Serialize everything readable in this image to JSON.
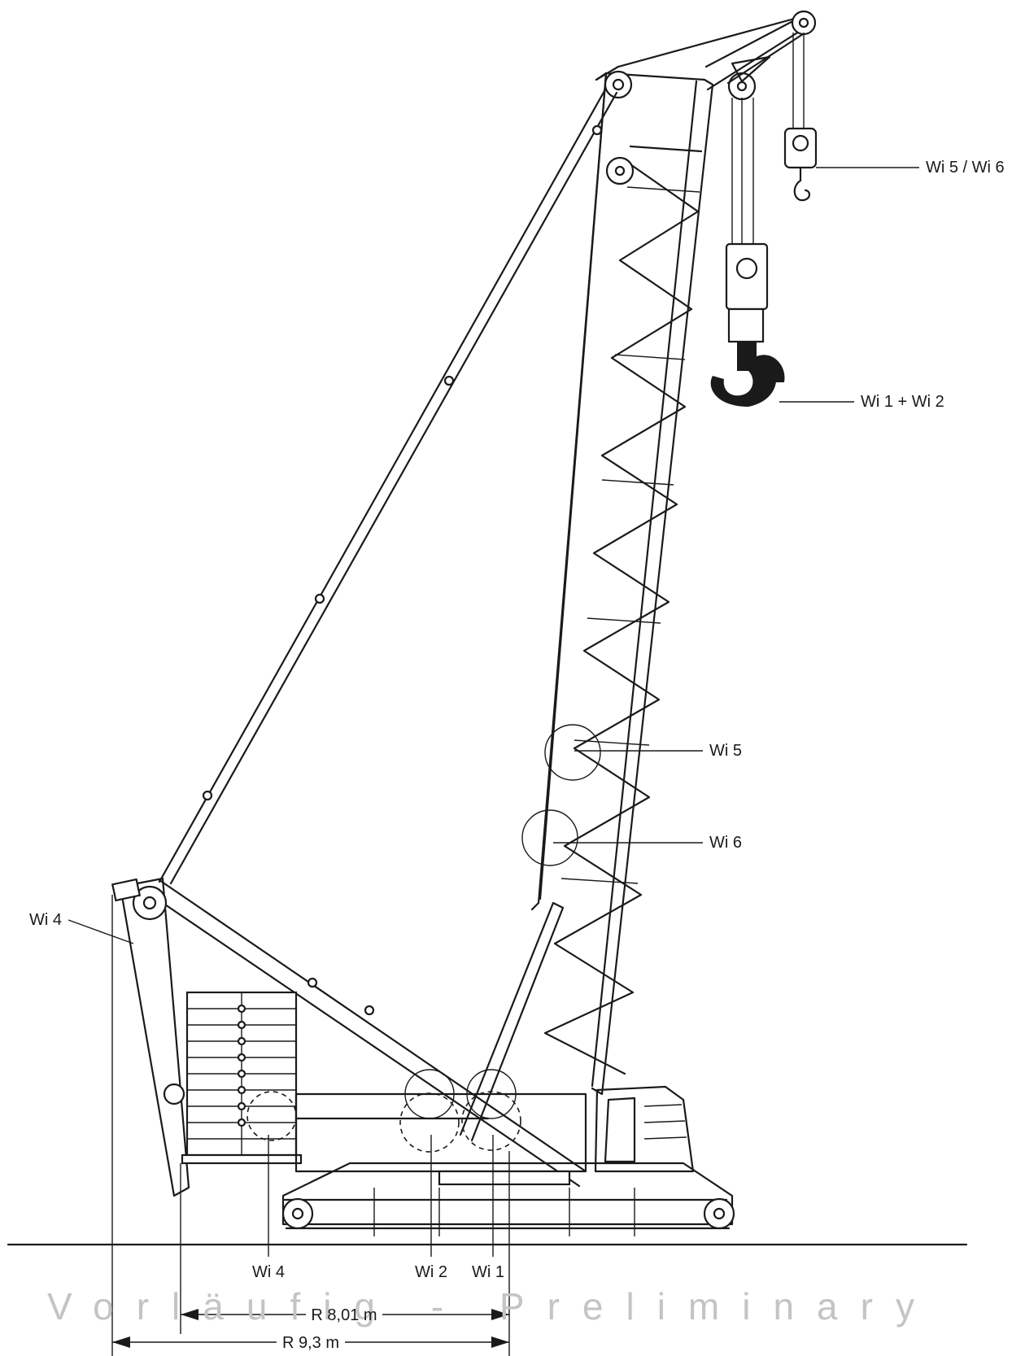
{
  "labels": {
    "wi56": "Wi 5 / Wi 6",
    "wi12": "Wi 1 + Wi 2",
    "wi5": "Wi 5",
    "wi6": "Wi 6",
    "wi4_left": "Wi 4",
    "wi4_bottom": "Wi 4",
    "wi2_bottom": "Wi 2",
    "wi1_bottom": "Wi 1"
  },
  "dimensions": {
    "r1": "R 8,01 m",
    "r2": "R 9,3 m"
  },
  "watermark": "Vorläufig - Preliminary"
}
